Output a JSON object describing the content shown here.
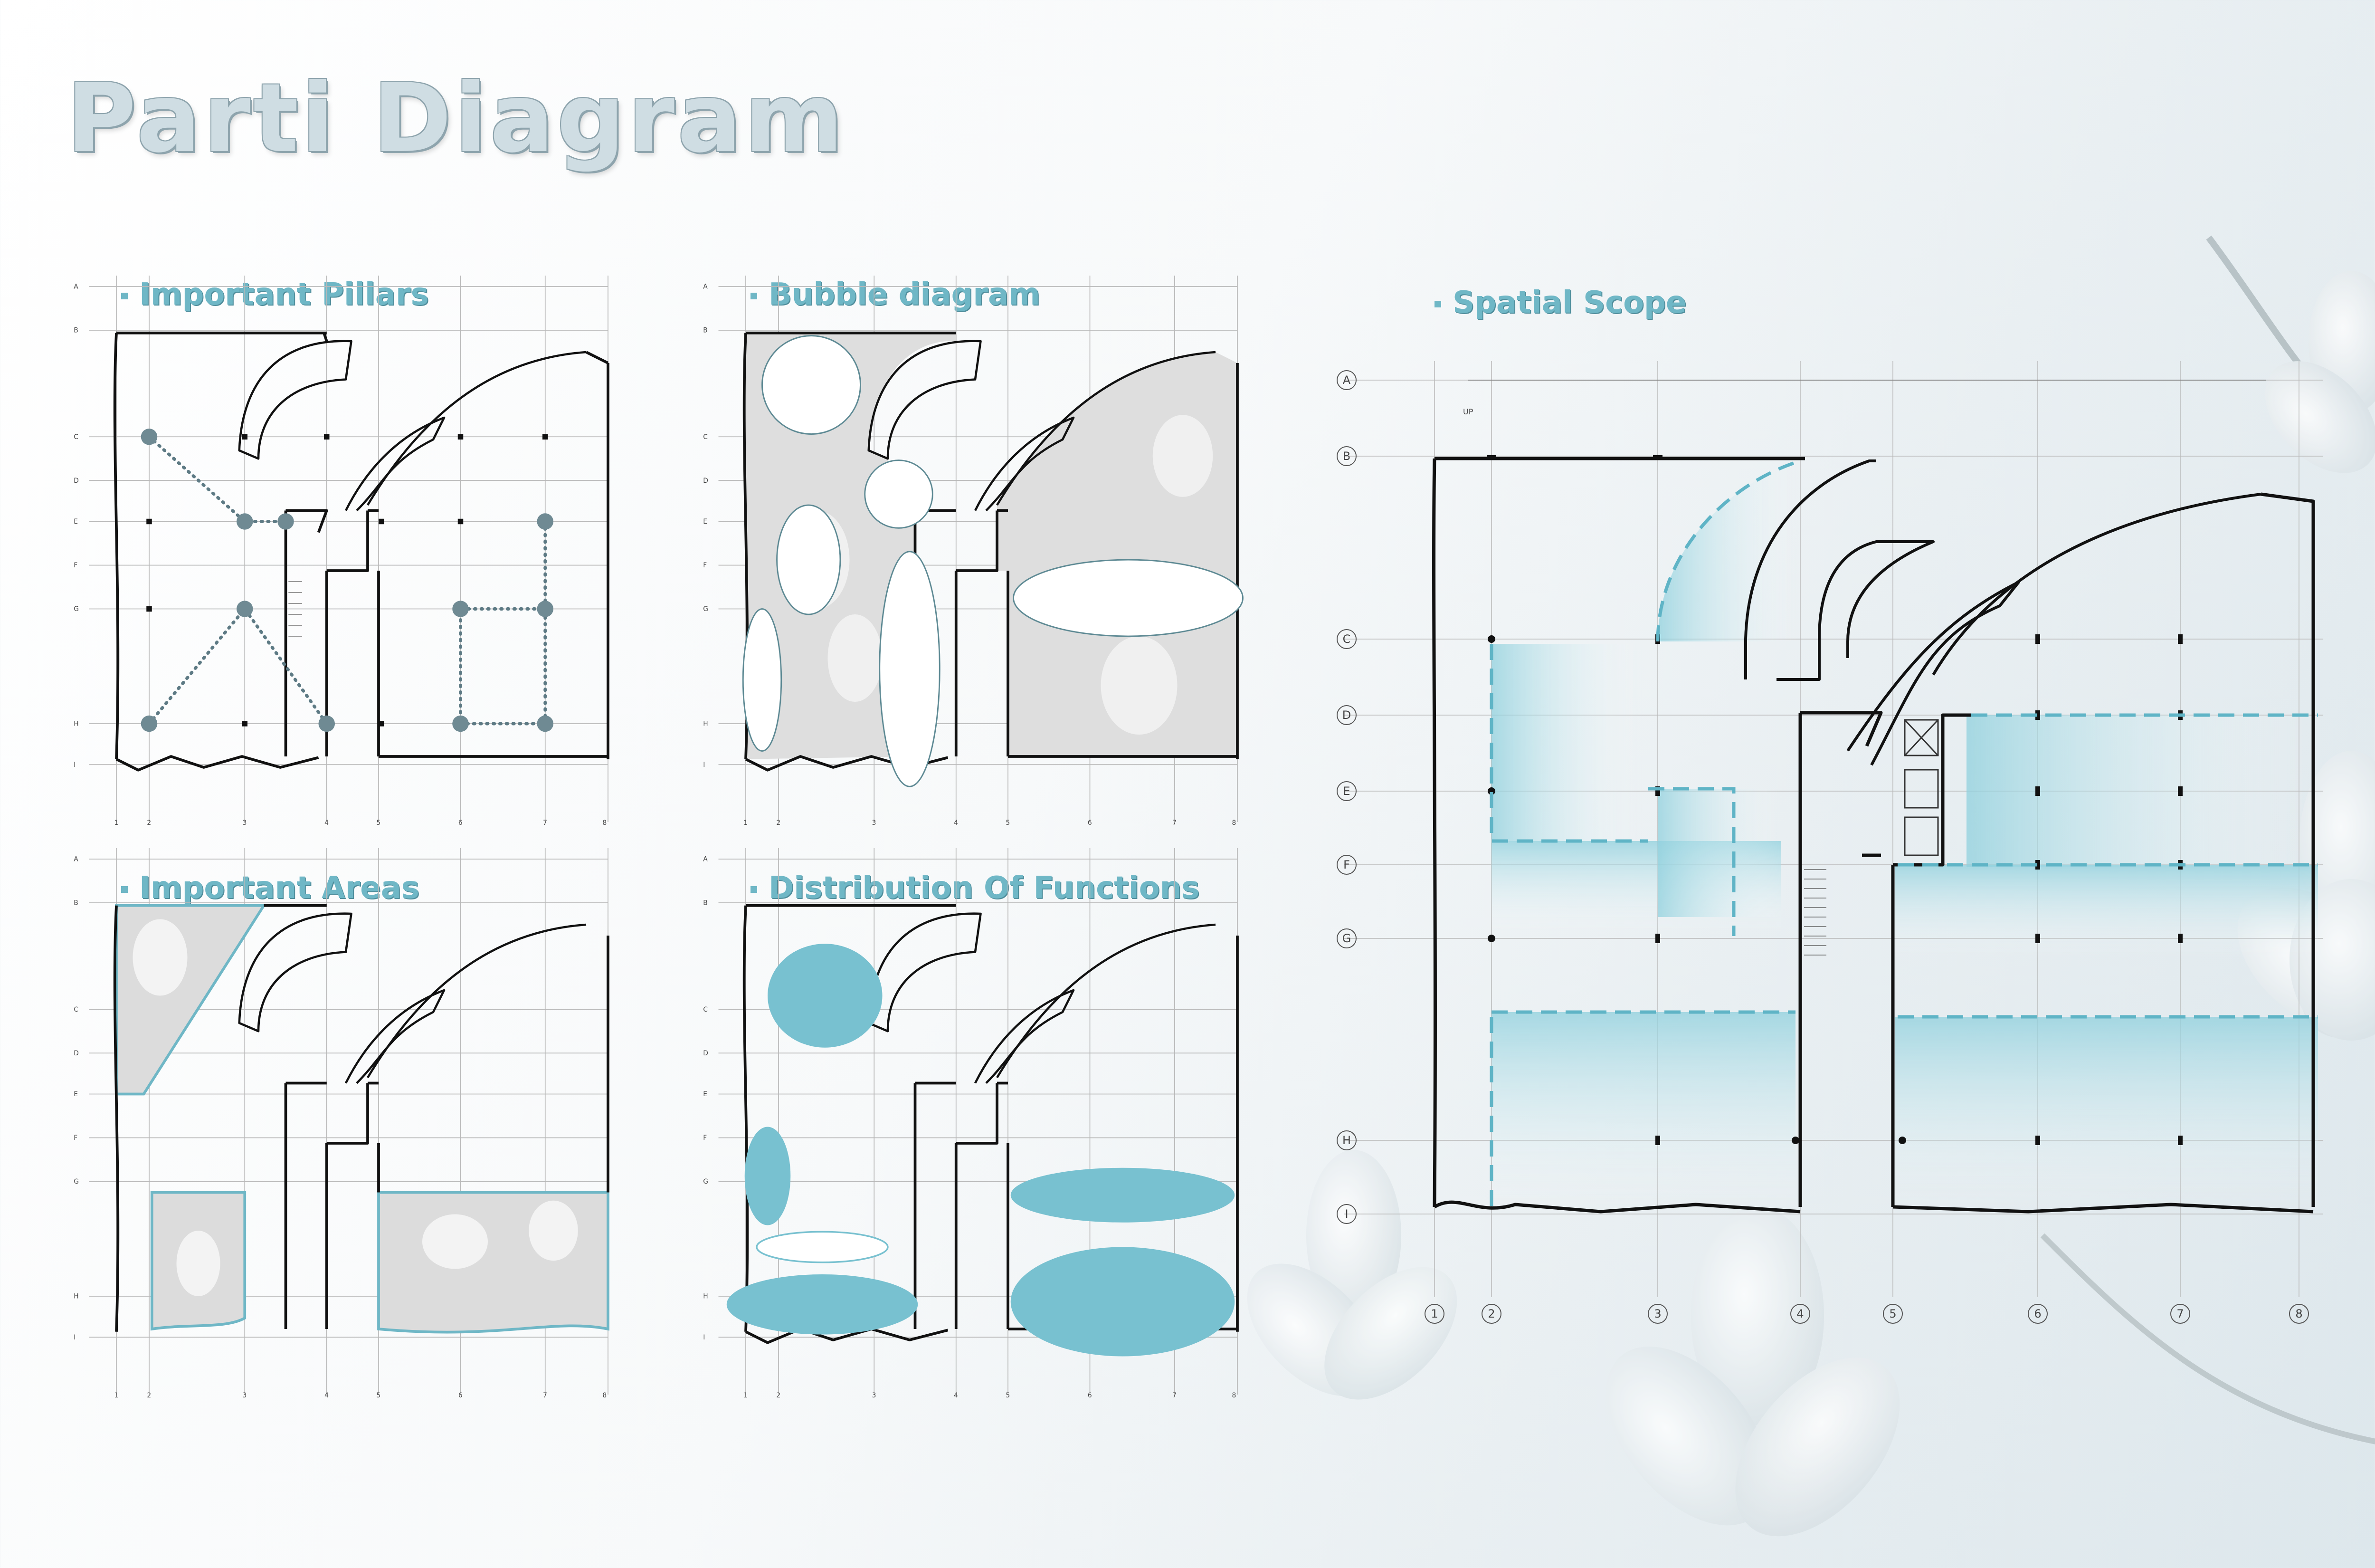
{
  "title": "Parti Diagram",
  "colors": {
    "accent": "#6fb7c6",
    "accent_dark": "#4f8d9b",
    "bubble_fill": "#78c1d0",
    "pillar": "#6f8a93",
    "floral_gray": "#e0e0e0"
  },
  "panels": {
    "pillars": {
      "label": "Important Pillars"
    },
    "bubble": {
      "label": "Bubble diagram"
    },
    "areas": {
      "label": "Important Areas"
    },
    "functions": {
      "label": "Distribution Of Functions"
    },
    "spatial": {
      "label": "Spatial Scope",
      "stair_note": "UP"
    }
  },
  "grid": {
    "columns": [
      "1",
      "2",
      "3",
      "4",
      "5",
      "6",
      "7",
      "8"
    ],
    "rows": [
      "A",
      "B",
      "C",
      "D",
      "E",
      "F",
      "G",
      "H",
      "I"
    ]
  },
  "icons": [
    "flower-pattern-decoration",
    "bullet-square-icon",
    "column-marker-icon"
  ]
}
